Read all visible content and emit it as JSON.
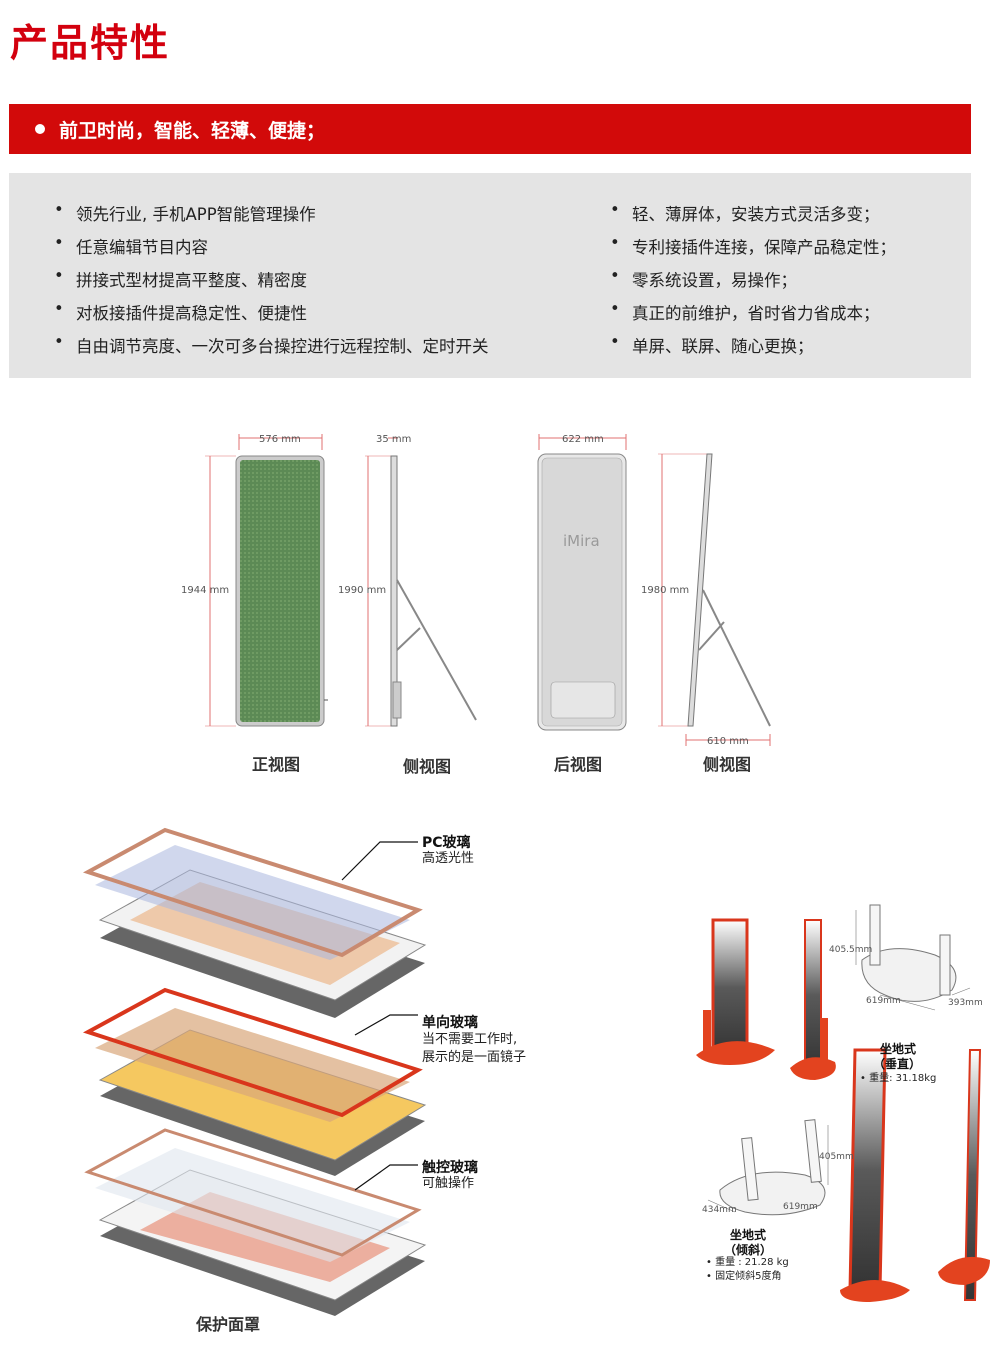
{
  "page": {
    "title": "产品特性",
    "banner": "前卫时尚，智能、轻薄、便捷；",
    "features_left": [
      "领先行业, 手机APP智能管理操作",
      "任意编辑节目内容",
      "拼接式型材提高平整度、精密度",
      "对板接插件提高稳定性、便捷性",
      "自由调节亮度、一次可多台操控进行远程控制、定时开关"
    ],
    "features_right": [
      "轻、薄屏体，安装方式灵活多变；",
      "专利接插件连接，保障产品稳定性；",
      "零系统设置，易操作；",
      "真正的前维护，省时省力省成本；",
      "单屏、联屏、随心更换；"
    ]
  },
  "views": {
    "front": {
      "label": "正视图",
      "width": "576 mm",
      "height": "1944 mm"
    },
    "side1": {
      "label": "侧视图",
      "depth": "35 mm",
      "height": "1990 mm"
    },
    "back": {
      "label": "后视图",
      "width": "622 mm",
      "logo": "iMira",
      "height": "1980 mm"
    },
    "side2": {
      "label": "侧视图",
      "base": "610 mm"
    }
  },
  "layers": {
    "pc": {
      "title": "PC玻璃",
      "desc": "高透光性"
    },
    "oneway": {
      "title": "单向玻璃",
      "desc1": "当不需要工作时,",
      "desc2": "展示的是一面镜子"
    },
    "touch": {
      "title": "触控玻璃",
      "desc": "可触操作"
    },
    "caption": "保护面罩"
  },
  "stands": {
    "vertical": {
      "h": "405.5mm",
      "w": "619mm",
      "d": "393mm",
      "title1": "坐地式",
      "title2": "（垂直）",
      "weight": "• 重量: 31.18kg"
    },
    "tilted": {
      "h": "405mm",
      "w": "619mm",
      "d": "434mm",
      "title1": "坐地式",
      "title2": "（倾斜）",
      "weight": "• 重量 : 21.28 kg",
      "tilt": "• 固定倾斜5度角"
    }
  }
}
